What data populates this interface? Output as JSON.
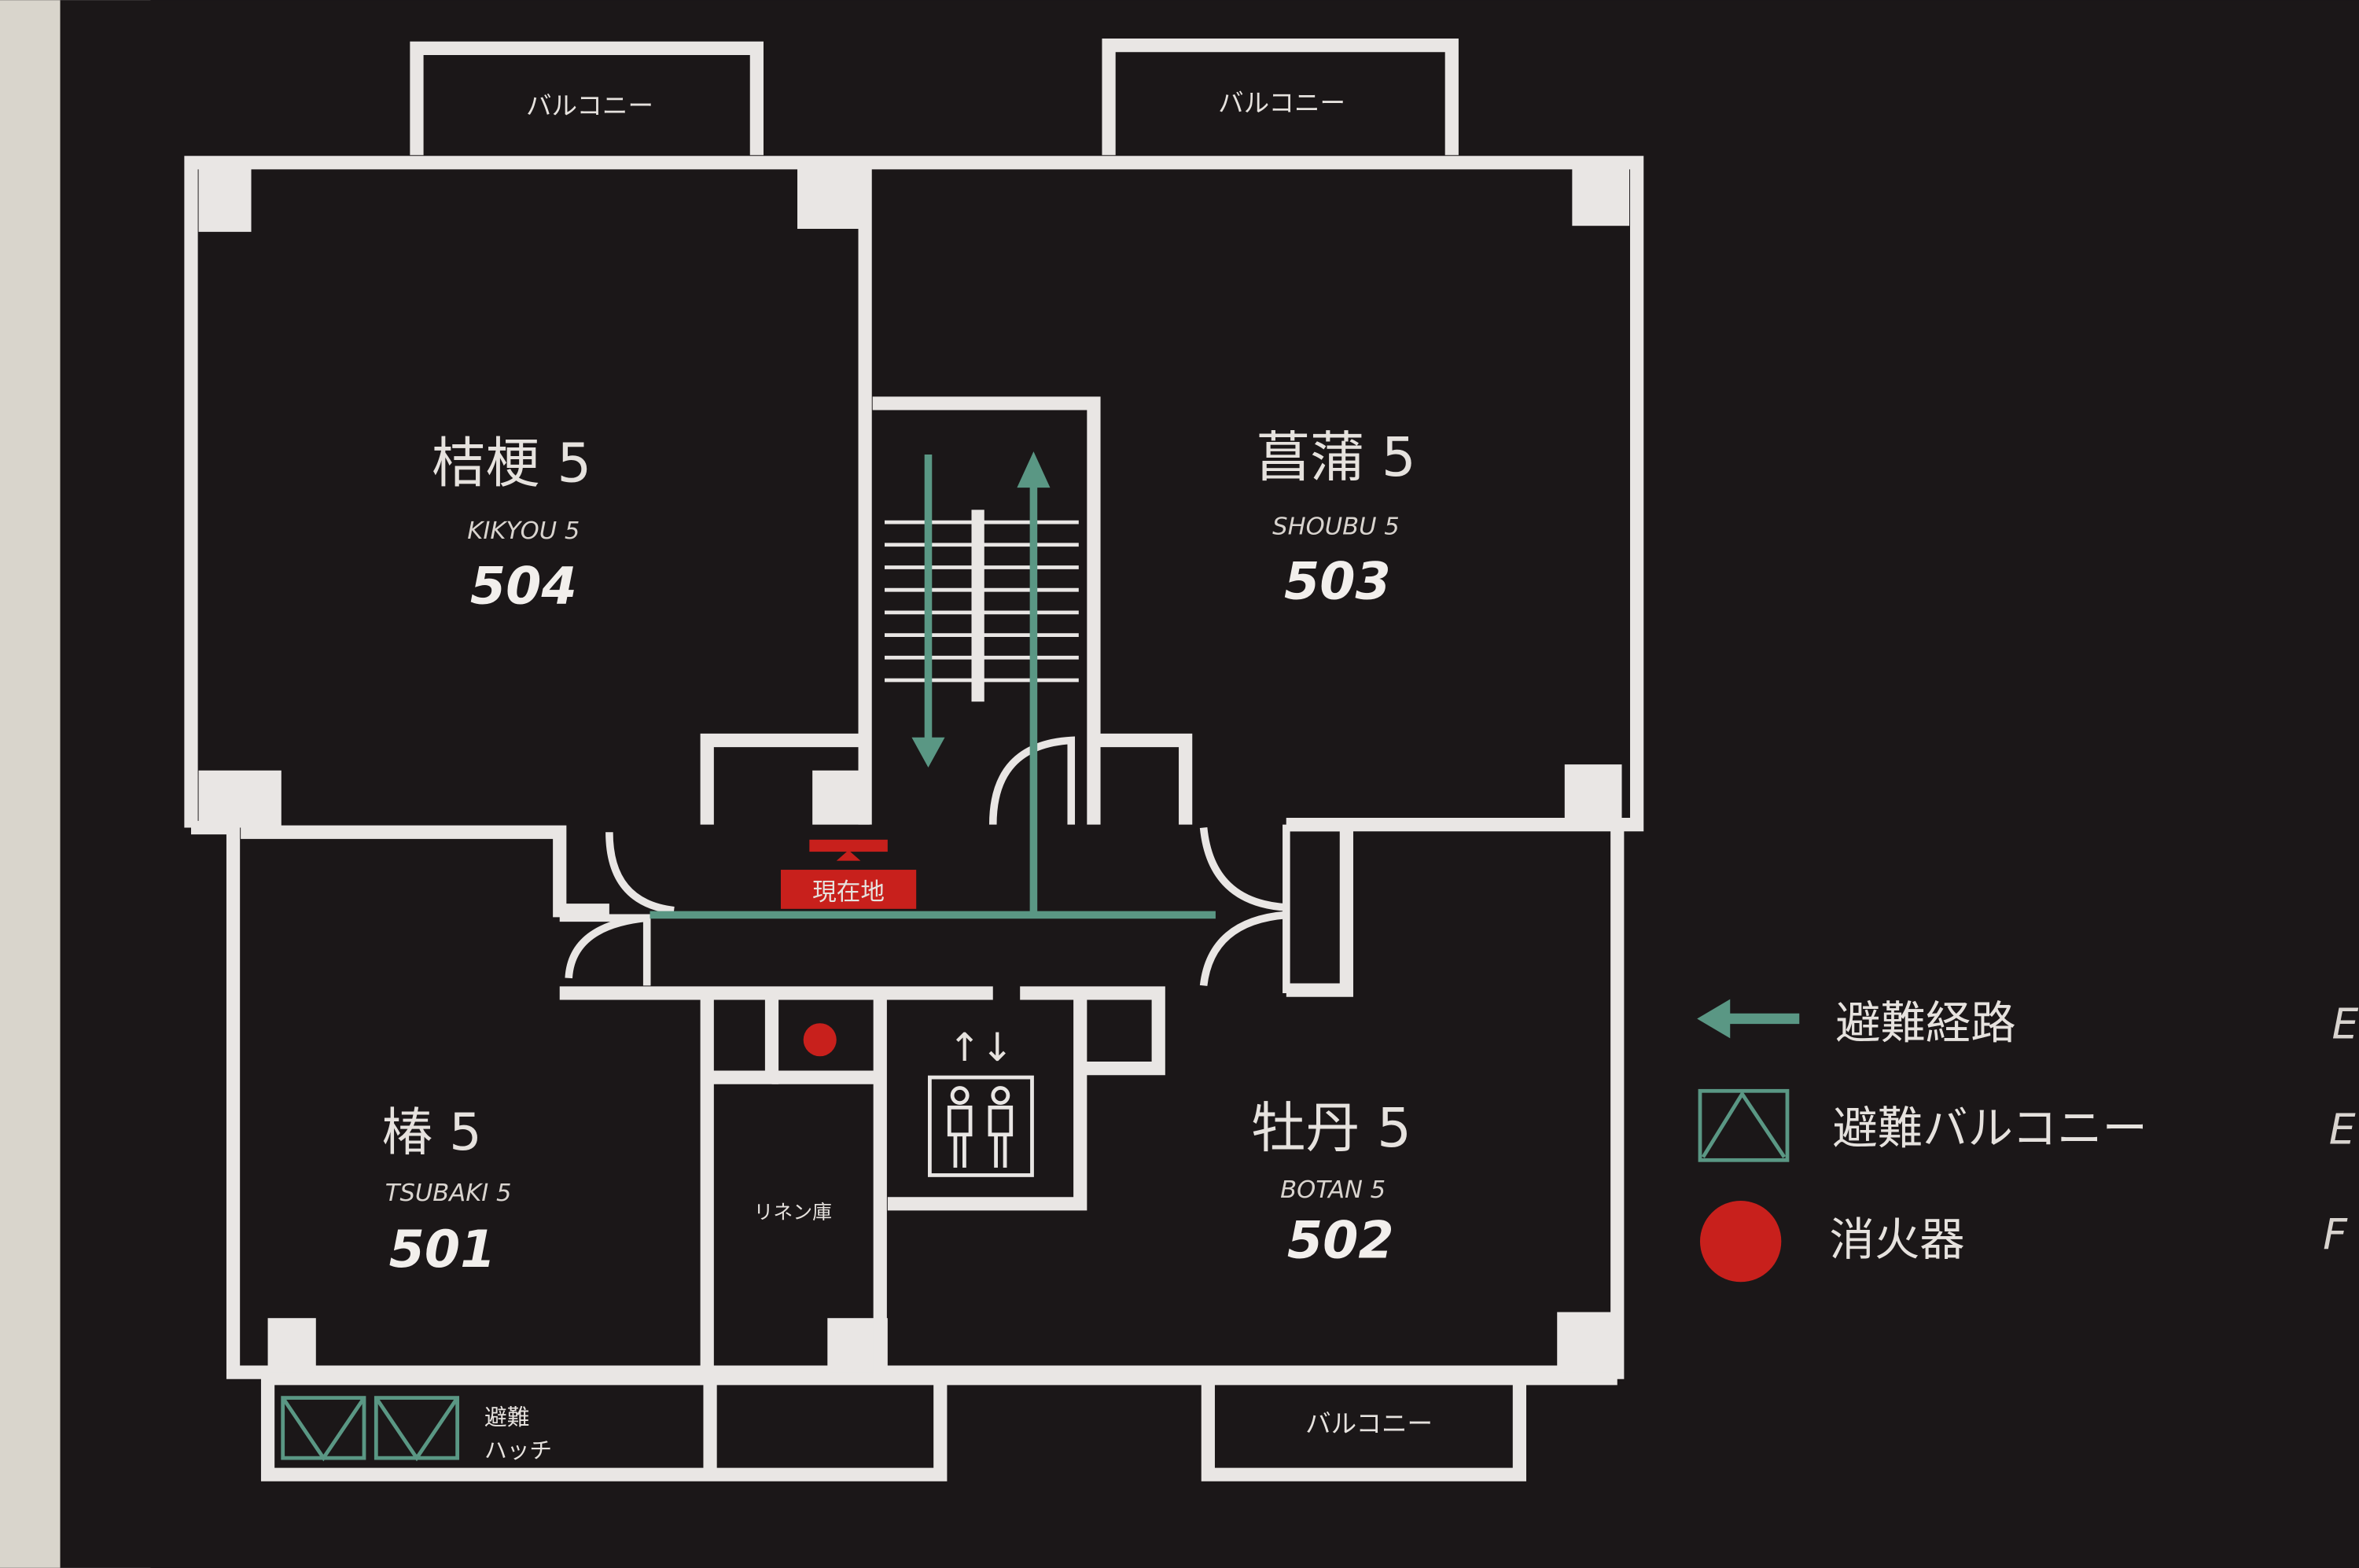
{
  "colors": {
    "background": "#1b1718",
    "wall": "#e9e6e4",
    "evacuation_route": "#5a9784",
    "fire_extinguisher": "#c8201c",
    "current_location": "#c8201c",
    "wallpaper": "#d9d5cc"
  },
  "balconies": [
    "バルコニー",
    "バルコニー",
    "バルコニー"
  ],
  "rooms": [
    {
      "jp": "桔梗 5",
      "roman": "KIKYOU 5",
      "number": "504"
    },
    {
      "jp": "菖蒲 5",
      "roman": "SHOUBU 5",
      "number": "503"
    },
    {
      "jp": "椿 5",
      "roman": "TSUBAKI 5",
      "number": "501"
    },
    {
      "jp": "牡丹 5",
      "roman": "BOTAN 5",
      "number": "502"
    }
  ],
  "current_location": "現在地",
  "linen_room": "リネン庫",
  "hatch": {
    "line1": "避難",
    "line2": "ハッチ"
  },
  "elevator_arrows": "↑↓",
  "icons": [
    "stairs-icon",
    "elevator-icon",
    "fire-extinguisher-icon",
    "evacuation-arrow-icon",
    "evacuation-hatch-icon"
  ],
  "legend": [
    {
      "icon": "green-arrow-left",
      "label": "避難経路",
      "english_partial": "E"
    },
    {
      "icon": "evacuation-balcony-box",
      "label": "避難バルコニー",
      "english_partial": "E"
    },
    {
      "icon": "red-circle",
      "label": "消火器",
      "english_partial": "F"
    }
  ]
}
